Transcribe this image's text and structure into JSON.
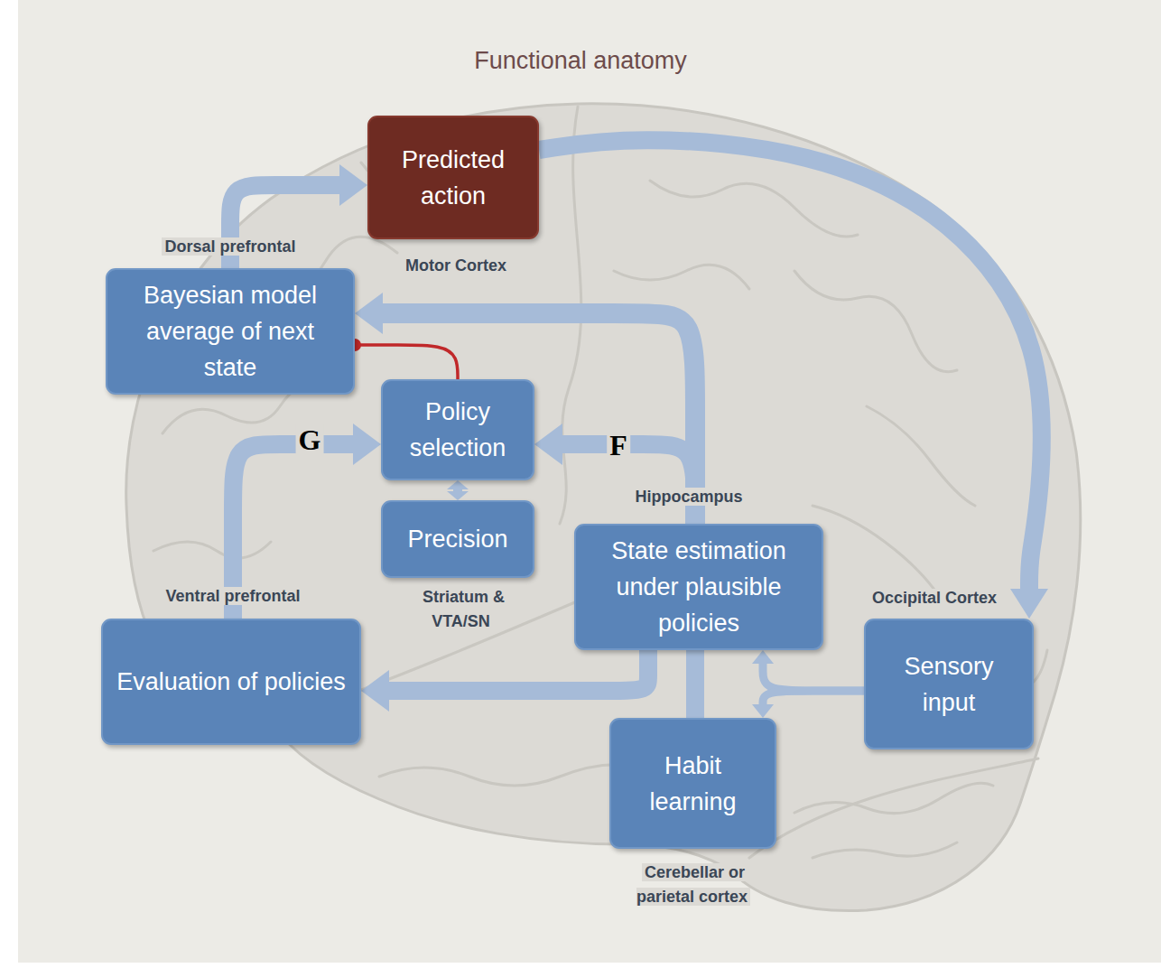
{
  "diagram": {
    "title": "Functional anatomy",
    "nodes": [
      {
        "text": [
          "Predicted action"
        ]
      },
      {
        "text": [
          "Bayesian model average of next state"
        ]
      },
      {
        "text": [
          "Policy selection"
        ]
      },
      {
        "text": [
          "Precision"
        ]
      },
      {
        "text": [
          "State estimation under plausible policies"
        ]
      },
      {
        "text": [
          "Evaluation of policies"
        ]
      },
      {
        "text": [
          "Habit learning"
        ]
      },
      {
        "text": [
          "Sensory input"
        ]
      }
    ],
    "edges": [
      {
        "from": 1,
        "to": 0,
        "arrow": "to"
      },
      {
        "from": 0,
        "to": 7,
        "arrow": "to"
      },
      {
        "from": 5,
        "to": 2,
        "label": "G",
        "arrow": "to"
      },
      {
        "from": 4,
        "to": 2,
        "label": "F",
        "arrow": "to"
      },
      {
        "from": 4,
        "to": 1,
        "arrow": "to"
      },
      {
        "from": 2,
        "to": 3,
        "arrow": "both"
      },
      {
        "from": 2,
        "to": 1,
        "arrow": "to"
      },
      {
        "from": 4,
        "to": 5,
        "arrow": "to"
      },
      {
        "from": 6,
        "to": 4,
        "arrow": "none"
      },
      {
        "from": 7,
        "to": 4,
        "arrow": "to"
      },
      {
        "from": 7,
        "to": 6,
        "arrow": "to"
      }
    ],
    "labels": [
      "Dorsal prefrontal",
      "Motor Cortex",
      "Hippocampus",
      "Ventral prefrontal",
      "Striatum & VTA/SN",
      "Occipital Cortex",
      "Cerebellar or parietal cortex"
    ]
  }
}
